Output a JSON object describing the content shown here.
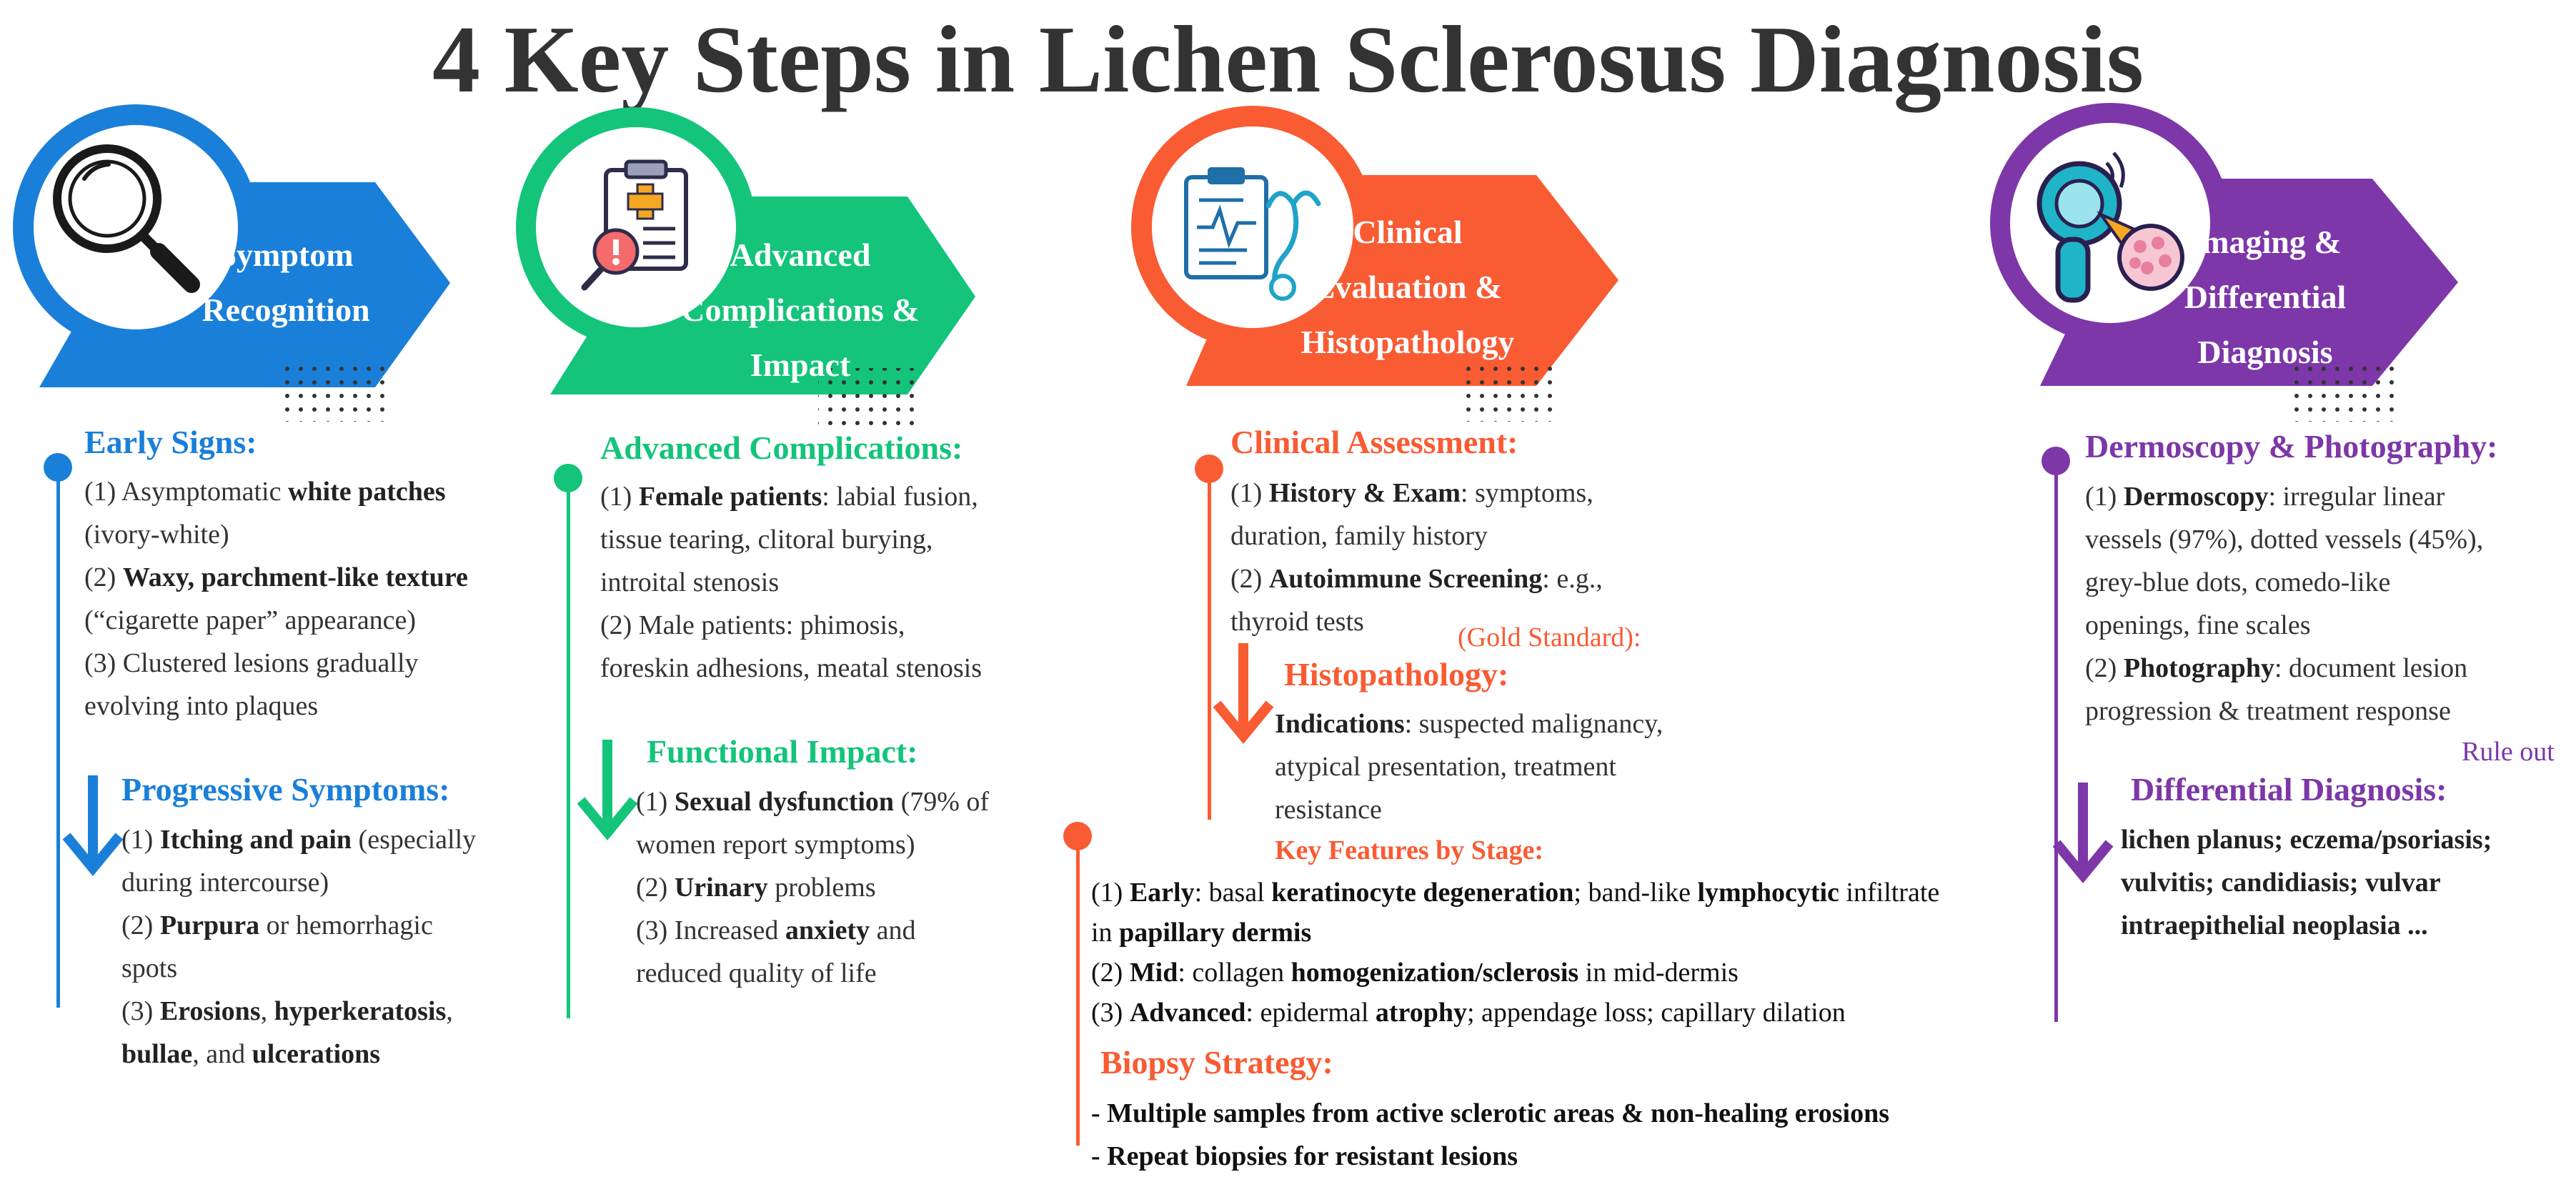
{
  "title": "4 Key Steps in Lichen Sclerosus Diagnosis",
  "colors": {
    "blue": "#1a7fd9",
    "green": "#13c47a",
    "orange": "#f95b33",
    "purple": "#7d37a8",
    "text": "#333333"
  },
  "steps": [
    {
      "label": "Symptom Recognition",
      "icon": "magnifying-glass-icon"
    },
    {
      "label": "Advanced Complications & Impact",
      "icon": "medical-clipboard-alert-icon"
    },
    {
      "label": "Clinical Evaluation & Histopathology",
      "icon": "clipboard-stethoscope-icon"
    },
    {
      "label": "Imaging & Differential Diagnosis",
      "icon": "dermatoscope-icon"
    }
  ],
  "col1": {
    "early_heading": "Early Signs:",
    "e1a": "(1) Asymptomatic ",
    "e1b": "white patches",
    "e1c": "(ivory-white)",
    "e2a": "(2) ",
    "e2b": "Waxy, parchment-like texture",
    "e2c": "(“cigarette paper” appearance)",
    "e3a": "(3) Clustered lesions gradually",
    "e3b": "evolving into plaques",
    "prog_heading": "Progressive Symptoms:",
    "p1a": "(1) ",
    "p1b": "Itching and pain",
    "p1c": " (especially",
    "p1d": "during intercourse)",
    "p2a": "(2) ",
    "p2b": "Purpura",
    "p2c": " or hemorrhagic",
    "p2d": "spots",
    "p3a": "(3) ",
    "p3b": "Erosions",
    "p3c": ", ",
    "p3d": "hyperkeratosis",
    "p3e": ",",
    "p3f": "bullae",
    "p3g": ", and ",
    "p3h": "ulcerations"
  },
  "col2": {
    "adv_heading": "Advanced Complications:",
    "a1a": "(1) ",
    "a1b": "Female patients",
    "a1c": ": labial fusion,",
    "a1d": "tissue tearing, clitoral burying,",
    "a1e": "introital stenosis",
    "a2a": "(2) Male patients: phimosis,",
    "a2b": "foreskin adhesions, meatal stenosis",
    "func_heading": "Functional Impact:",
    "f1a": "(1) ",
    "f1b": "Sexual dysfunction",
    "f1c": " (79% of",
    "f1d": "women report symptoms)",
    "f2a": "(2) ",
    "f2b": "Urinary",
    "f2c": " problems",
    "f3a": "(3) Increased ",
    "f3b": "anxiety",
    "f3c": " and",
    "f3d": "reduced quality of life"
  },
  "col3": {
    "clin_heading": "Clinical Assessment:",
    "c1a": "(1) ",
    "c1b": "History & Exam",
    "c1c": ": symptoms,",
    "c1d": "duration, family history",
    "c2a": "(2) ",
    "c2b": "Autoimmune Screening",
    "c2c": ": e.g.,",
    "c2d": "thyroid tests",
    "gold": "(Gold Standard):",
    "histo_heading": "Histopathology:",
    "i1a": "Indications",
    "i1b": ": suspected malignancy,",
    "i1c": "atypical presentation, treatment",
    "i1d": "resistance",
    "key_heading": "Key Features by Stage:",
    "k1a": "(1) ",
    "k1b": "Early",
    "k1c": ": basal ",
    "k1d": "keratinocyte degeneration",
    "k1e": "; band-like ",
    "k1f": "lymphocytic",
    "k1g": " infiltrate",
    "k1h": "in ",
    "k1i": "papillary dermis",
    "k2a": "(2) ",
    "k2b": "Mid",
    "k2c": ": collagen ",
    "k2d": "homogenization/sclerosis",
    "k2e": " in mid-dermis",
    "k3a": "(3) ",
    "k3b": "Advanced",
    "k3c": ": epidermal ",
    "k3d": "atrophy",
    "k3e": "; appendage loss; capillary dilation",
    "biopsy_heading": "Biopsy Strategy:",
    "b1": "- Multiple samples from active sclerotic areas & non-healing erosions",
    "b2": "- Repeat biopsies for resistant lesions"
  },
  "col4": {
    "derm_heading": "Dermoscopy & Photography:",
    "d1a": "(1) ",
    "d1b": "Dermoscopy",
    "d1c": ": irregular linear",
    "d1d": "vessels (97%), dotted vessels (45%),",
    "d1e": "grey-blue dots, comedo-like",
    "d1f": "openings, fine scales",
    "d2a": "(2) ",
    "d2b": "Photography",
    "d2c": ": document lesion",
    "d2d": "progression & treatment response",
    "rule_out": "Rule out",
    "diff_heading": "Differential Diagnosis:",
    "dd1": "lichen planus; eczema/psoriasis;",
    "dd2": "vulvitis; candidiasis; vulvar",
    "dd3": "intraepithelial neoplasia ..."
  }
}
